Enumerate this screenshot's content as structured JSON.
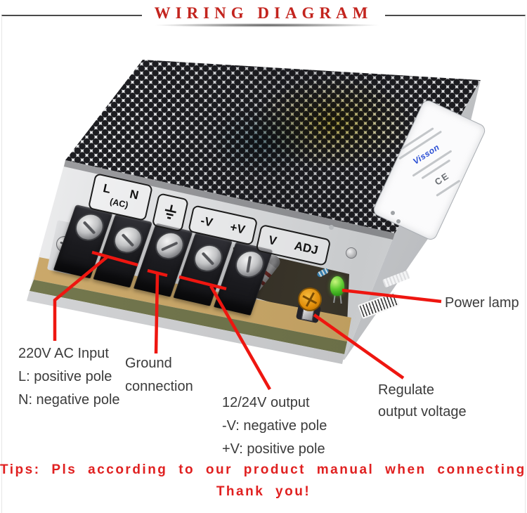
{
  "header": {
    "title": "WIRING DIAGRAM"
  },
  "device": {
    "front_labels": {
      "ac_line": "L N",
      "ac_sub": "(AC)",
      "neg": "-V",
      "pos": "+V",
      "adj_v": "V",
      "adj": "ADJ"
    },
    "side_label": {
      "brand": "Visson",
      "ce": "CE"
    },
    "icons": {
      "ground_icon": "earth-ground",
      "power_lamp_icon": "green-led",
      "regulator_icon": "orange-trimmer-potentiometer"
    }
  },
  "annotations": {
    "ac_input": {
      "line1": "220V AC Input",
      "line2": "L: positive pole",
      "line3": "N: negative pole"
    },
    "ground": {
      "line1": "Ground",
      "line2": "connection"
    },
    "output": {
      "line1": "12/24V output",
      "line2": "-V: negative pole",
      "line3": "+V: positive pole"
    },
    "power_lamp": {
      "label": "Power lamp"
    },
    "regulate": {
      "line1": "Regulate",
      "line2": "output voltage"
    }
  },
  "footer": {
    "tips_line1": "Tips: Pls according to our product manual when connecting.",
    "tips_line2": "Thank you!"
  },
  "colors": {
    "accent_red": "#ee1610",
    "title_red": "#c3241e",
    "tips_red": "#e02020",
    "label_text": "#3b3b3b",
    "led_green": "#5ecb31",
    "pot_orange": "#e8920c",
    "brand_blue": "#2b4fd4"
  }
}
